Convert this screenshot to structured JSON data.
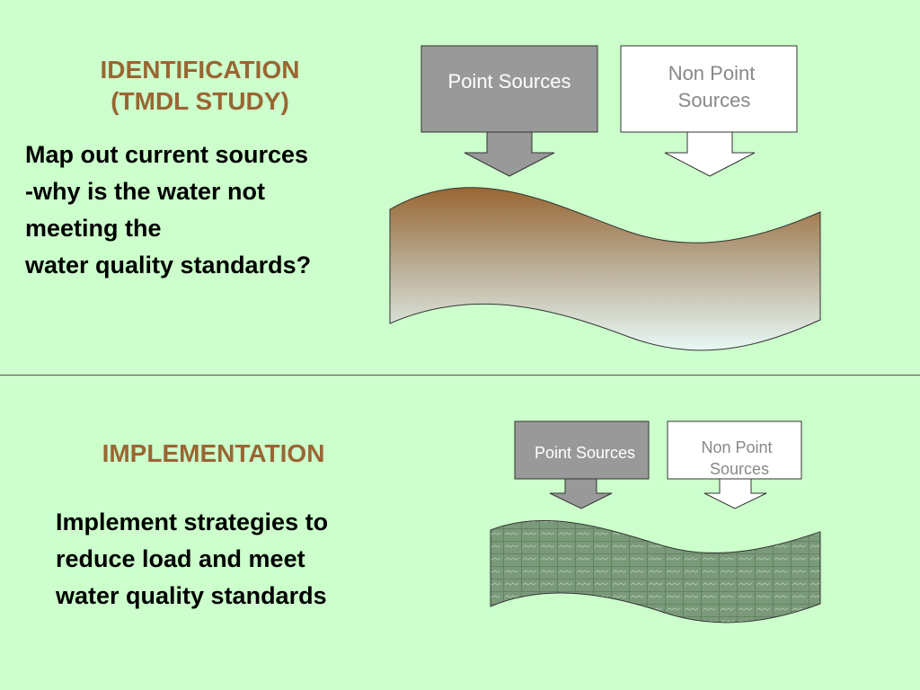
{
  "top": {
    "heading_line1": "IDENTIFICATION",
    "heading_line2": "(TMDL STUDY)",
    "body_lines": [
      "Map out current sources",
      "-why is the water not",
      "meeting the",
      "water quality standards?"
    ],
    "point_sources_label": "Point Sources",
    "non_point_sources_line1": "Non Point",
    "non_point_sources_line2": "Sources"
  },
  "bottom": {
    "heading": "IMPLEMENTATION",
    "body_lines": [
      "Implement strategies to",
      "reduce load and meet",
      "water quality standards"
    ],
    "point_sources_label": "Point Sources",
    "non_point_sources_line1": "Non Point",
    "non_point_sources_line2": "Sources"
  },
  "colors": {
    "background": "#ccffcc",
    "heading": "#996633",
    "point_source_fill": "#999999",
    "polluted_water_top": "#996633",
    "clean_water_bottom": "#e8f8f4",
    "treated_water": "#7a9a7a"
  }
}
